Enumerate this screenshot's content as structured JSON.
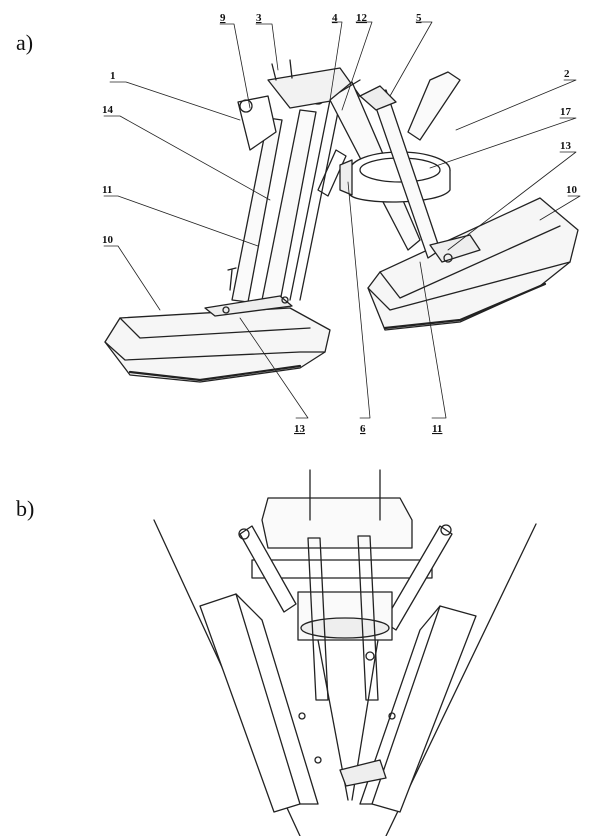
{
  "panels": {
    "a": "a)",
    "b": "b)"
  },
  "labels": {
    "l1": "1",
    "l2": "2",
    "l3": "3",
    "l4": "4",
    "l5": "5",
    "l6": "6",
    "l9": "9",
    "l10a": "10",
    "l10b": "10",
    "l11a": "11",
    "l11b": "11",
    "l12": "12",
    "l13a": "13",
    "l13b": "13",
    "l14": "14",
    "l17": "17"
  }
}
